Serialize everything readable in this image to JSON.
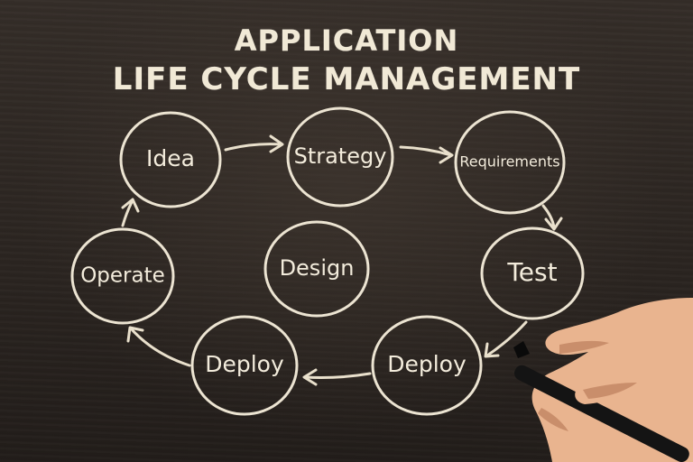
{
  "title": {
    "line1": "APPLICATION",
    "line2": "LIFE CYCLE MANAGEMENT"
  },
  "nodes": {
    "idea": "Idea",
    "strategy": "Strategy",
    "requirements": "Requirements",
    "test": "Test",
    "design": "Design",
    "operate": "Operate",
    "deploy_left": "Deploy",
    "deploy_right": "Deploy"
  },
  "colors": {
    "board": "#2b2521",
    "chalk": "#ece4d2",
    "skin": "#e9b48f",
    "marker": "#141414"
  },
  "icons": [
    "hand-holding-marker-icon"
  ]
}
